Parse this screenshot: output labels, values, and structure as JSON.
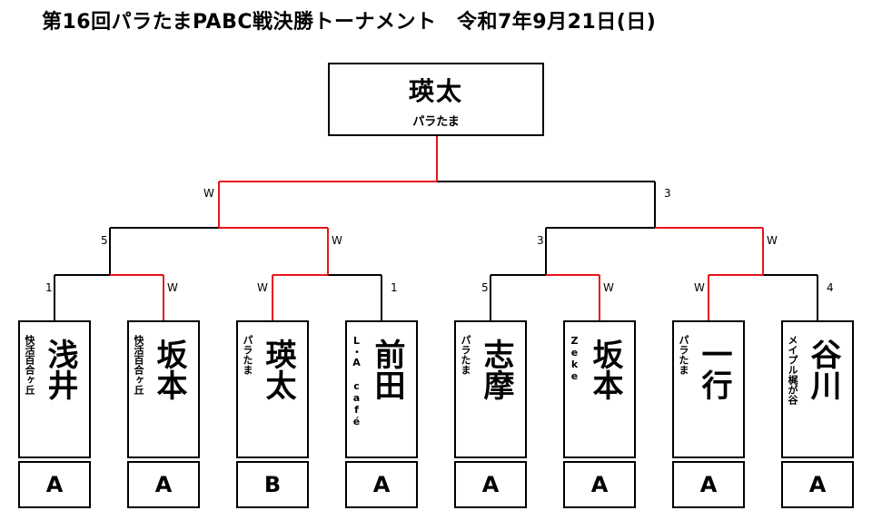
{
  "title": "第16回パラたまPABC戦決勝トーナメント　令和7年9月21日(日)",
  "champion": {
    "name": "瑛太",
    "team": "パラたま"
  },
  "players": [
    {
      "name": "浅井",
      "team": "快活百合ヶ丘",
      "grade": "A"
    },
    {
      "name": "坂本",
      "team": "快活百合ヶ丘",
      "grade": "A"
    },
    {
      "name": "瑛太",
      "team": "パラたま",
      "grade": "B"
    },
    {
      "name": "前田",
      "team": "L・A café",
      "grade": "A"
    },
    {
      "name": "志摩",
      "team": "パラたま",
      "grade": "A"
    },
    {
      "name": "坂本",
      "team": "Zeke",
      "grade": "A"
    },
    {
      "name": "一行",
      "team": "パラたま",
      "grade": "A"
    },
    {
      "name": "谷川",
      "team": "メイプル梶が谷",
      "grade": "A"
    }
  ],
  "scores": {
    "r1": [
      "1",
      "W",
      "W",
      "1",
      "5",
      "W",
      "W",
      "4"
    ],
    "r2": [
      "5",
      "W",
      "3",
      "W"
    ],
    "r3": [
      "W",
      "3"
    ]
  },
  "colors": {
    "win_line": "#e8151b",
    "line": "#000000"
  }
}
